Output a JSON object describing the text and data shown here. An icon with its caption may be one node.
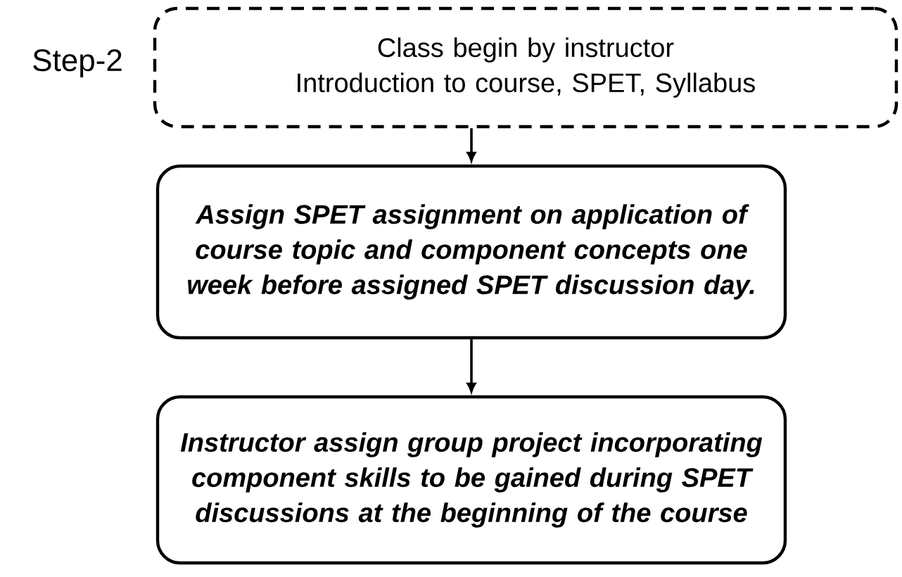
{
  "diagram": {
    "nodes": [
      {
        "text": [
          "Class begin by instructor",
          "Introduction to course, SPET, Syllabus"
        ]
      },
      {
        "text": [
          "Assign SPET assignment on application of course topic and component concepts one week before assigned SPET discussion day."
        ]
      },
      {
        "text": [
          "Instructor assign group project incorporating component skills to be gained during SPET discussions at the beginning of the course"
        ]
      }
    ],
    "edges": [
      {
        "from": 0,
        "to": 1,
        "arrow": "to"
      },
      {
        "from": 1,
        "to": 2,
        "arrow": "to"
      }
    ],
    "labels": [
      "Step-2"
    ]
  }
}
